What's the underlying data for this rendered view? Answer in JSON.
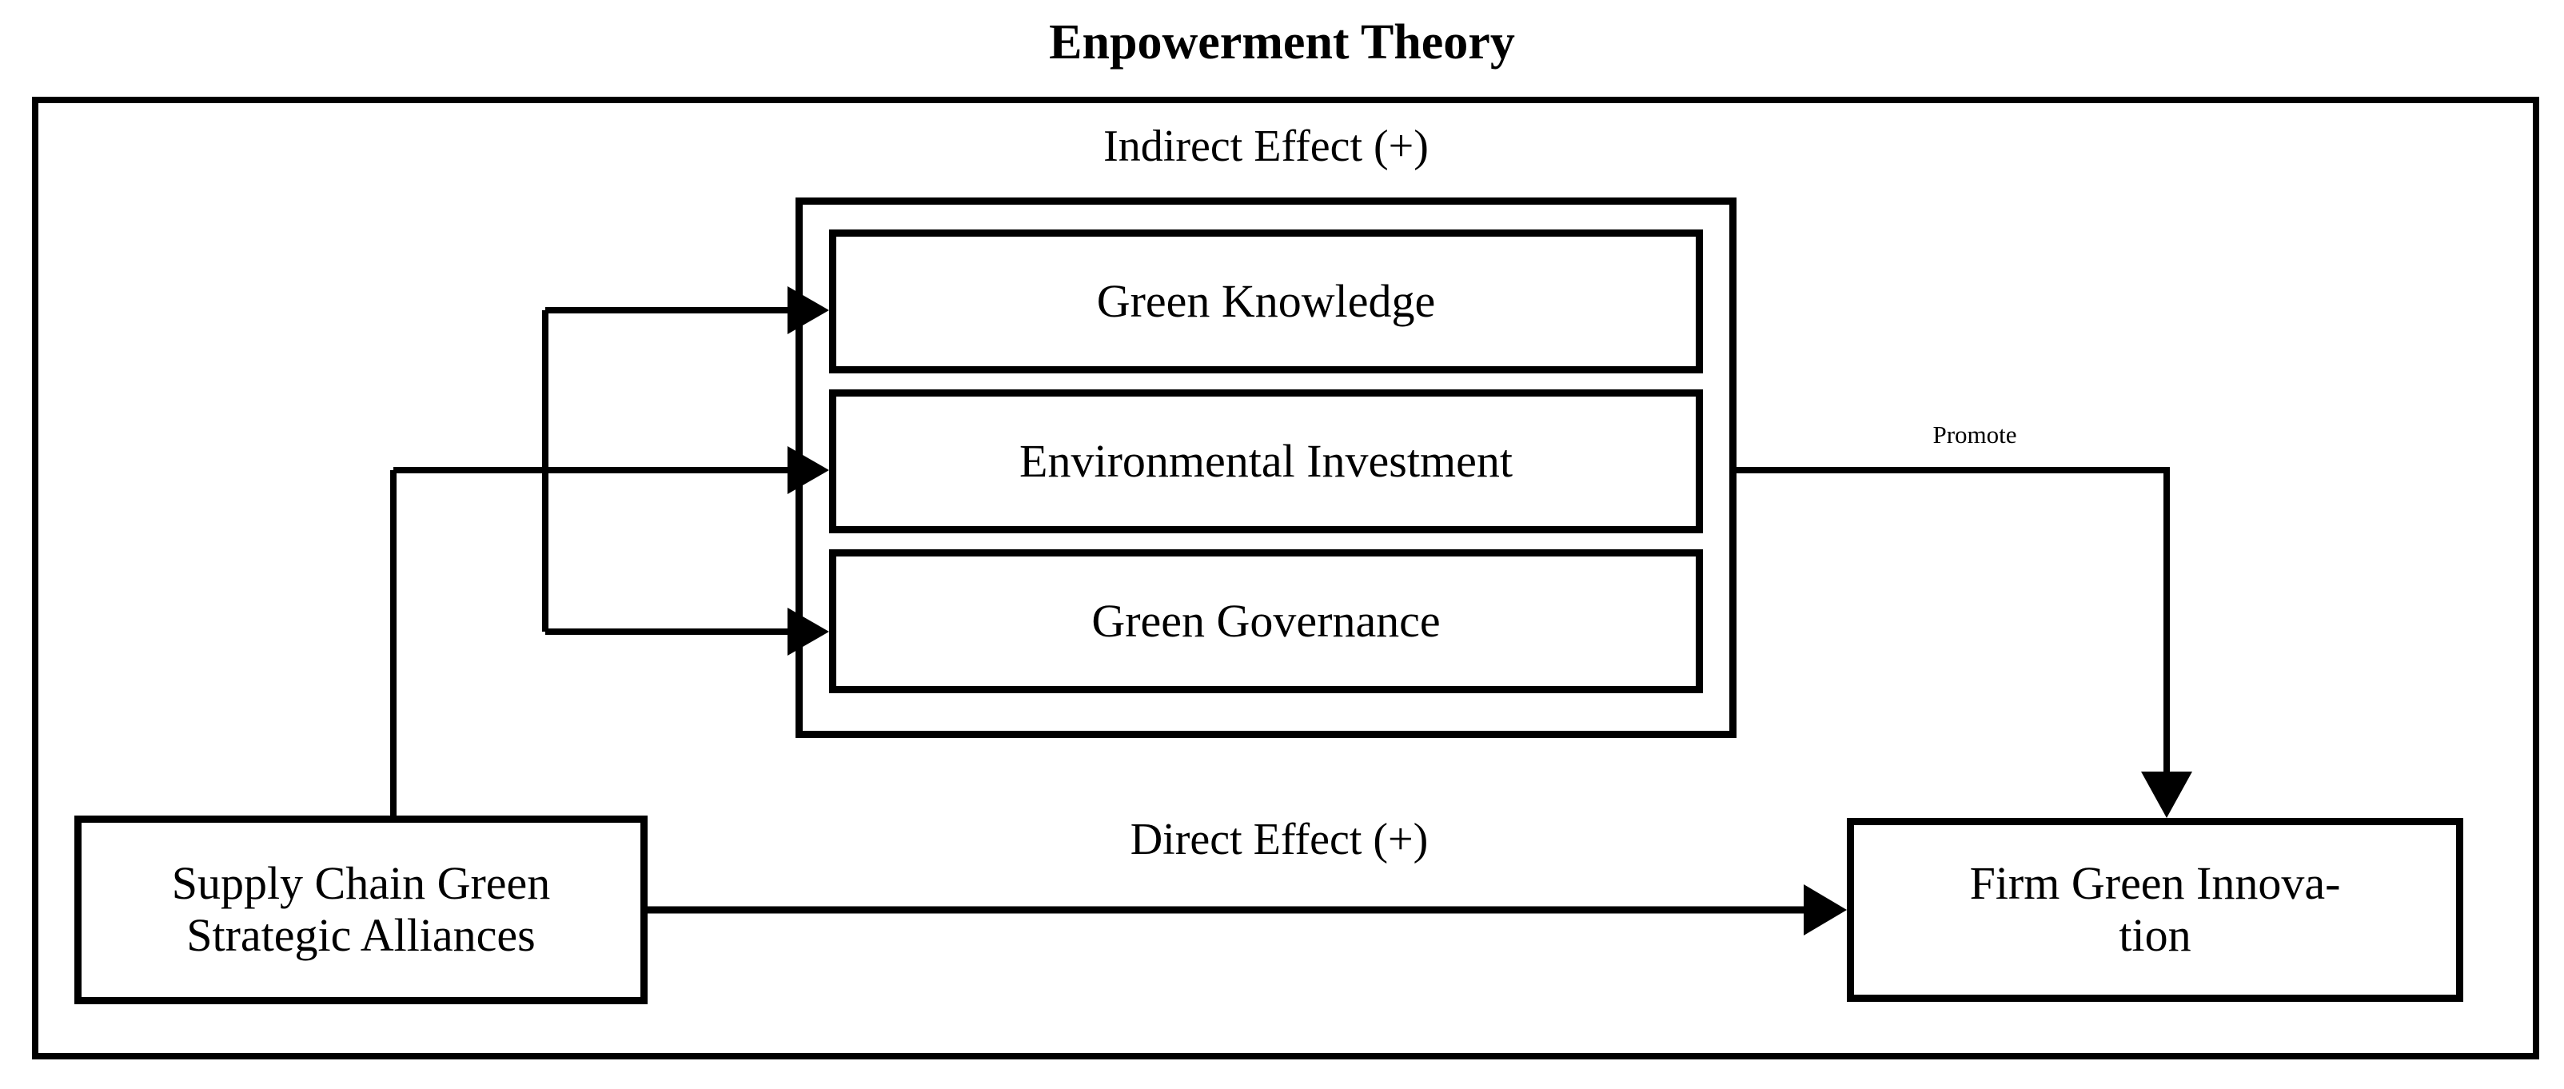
{
  "diagram": {
    "title": "Enpowerment Theory",
    "labels": {
      "indirect_effect": "Indirect Effect (+)",
      "direct_effect": "Direct Effect (+)",
      "promote": "Promote"
    },
    "source_node": {
      "id": "supply-chain-green-strategic-alliances",
      "line1": "Supply Chain Green",
      "line2": "Strategic Alliances"
    },
    "target_node": {
      "id": "firm-green-innovation",
      "line1": "Firm Green Innova-",
      "line2": "tion"
    },
    "mediators": [
      {
        "id": "green-knowledge",
        "label": "Green Knowledge"
      },
      {
        "id": "environmental-investment",
        "label": "Environmental Investment"
      },
      {
        "id": "green-governance",
        "label": "Green Governance"
      }
    ],
    "colors": {
      "stroke": "#000000",
      "background": "#ffffff",
      "text": "#000000"
    }
  }
}
